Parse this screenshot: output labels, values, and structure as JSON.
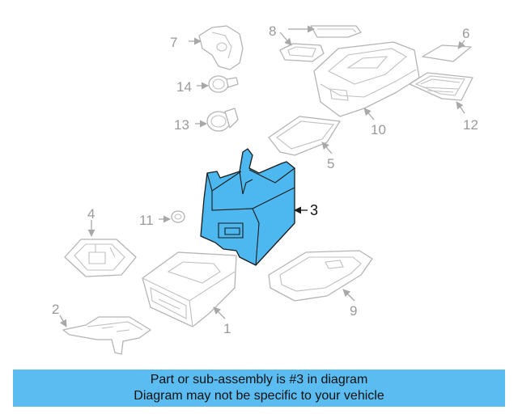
{
  "diagram": {
    "highlight_color": "#4db8ef",
    "highlighted_part": "3",
    "labels": {
      "p1": "1",
      "p2": "2",
      "p3": "3",
      "p4": "4",
      "p5": "5",
      "p6": "6",
      "p7": "7",
      "p8": "8",
      "p9": "9",
      "p10": "10",
      "p11": "11",
      "p12": "12",
      "p13": "13",
      "p14": "14"
    }
  },
  "banner": {
    "line1": "Part or sub-assembly is #3 in diagram",
    "line2": "Diagram may not be specific to your vehicle",
    "color": "#5bbcf2"
  }
}
